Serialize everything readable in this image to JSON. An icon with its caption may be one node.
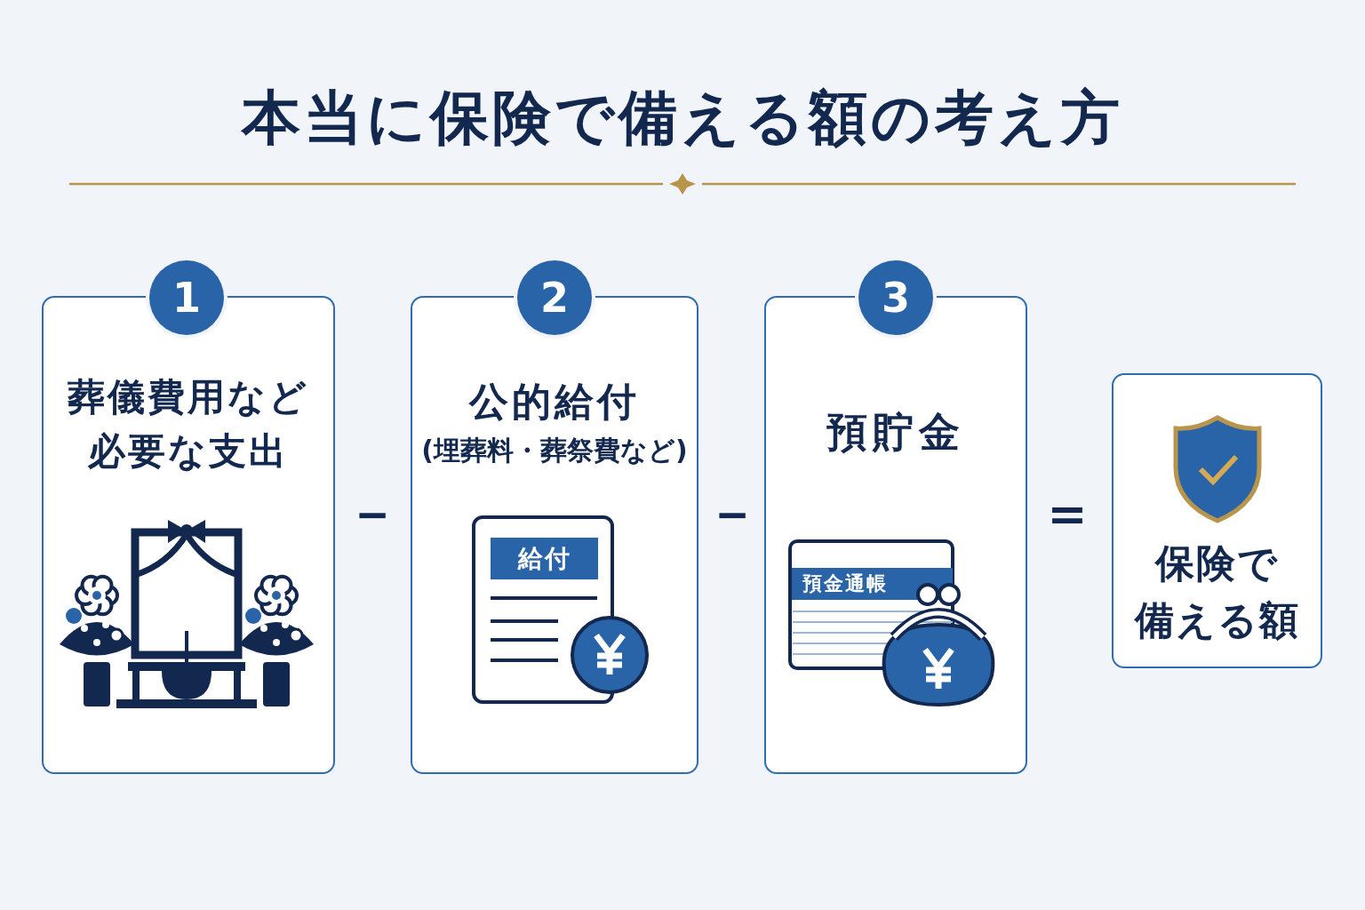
{
  "diagram": {
    "title": "本当に保険で備える額の考え方",
    "nodes": [
      {
        "text": [
          "1"
        ]
      },
      {
        "text": [
          "葬儀費用など必要な支出"
        ]
      },
      {
        "text": [
          "2"
        ]
      },
      {
        "text": [
          "公的給付",
          "(埋葬料・葬祭費など)"
        ]
      },
      {
        "text": [
          "給付"
        ],
        "in": 3
      },
      {
        "text": [
          "3"
        ]
      },
      {
        "text": [
          "預貯金"
        ]
      },
      {
        "text": [
          "預金通帳"
        ],
        "in": 6
      },
      {
        "text": [
          "保険で備える額"
        ]
      }
    ],
    "labels": [
      "－",
      "－",
      "＝"
    ]
  }
}
